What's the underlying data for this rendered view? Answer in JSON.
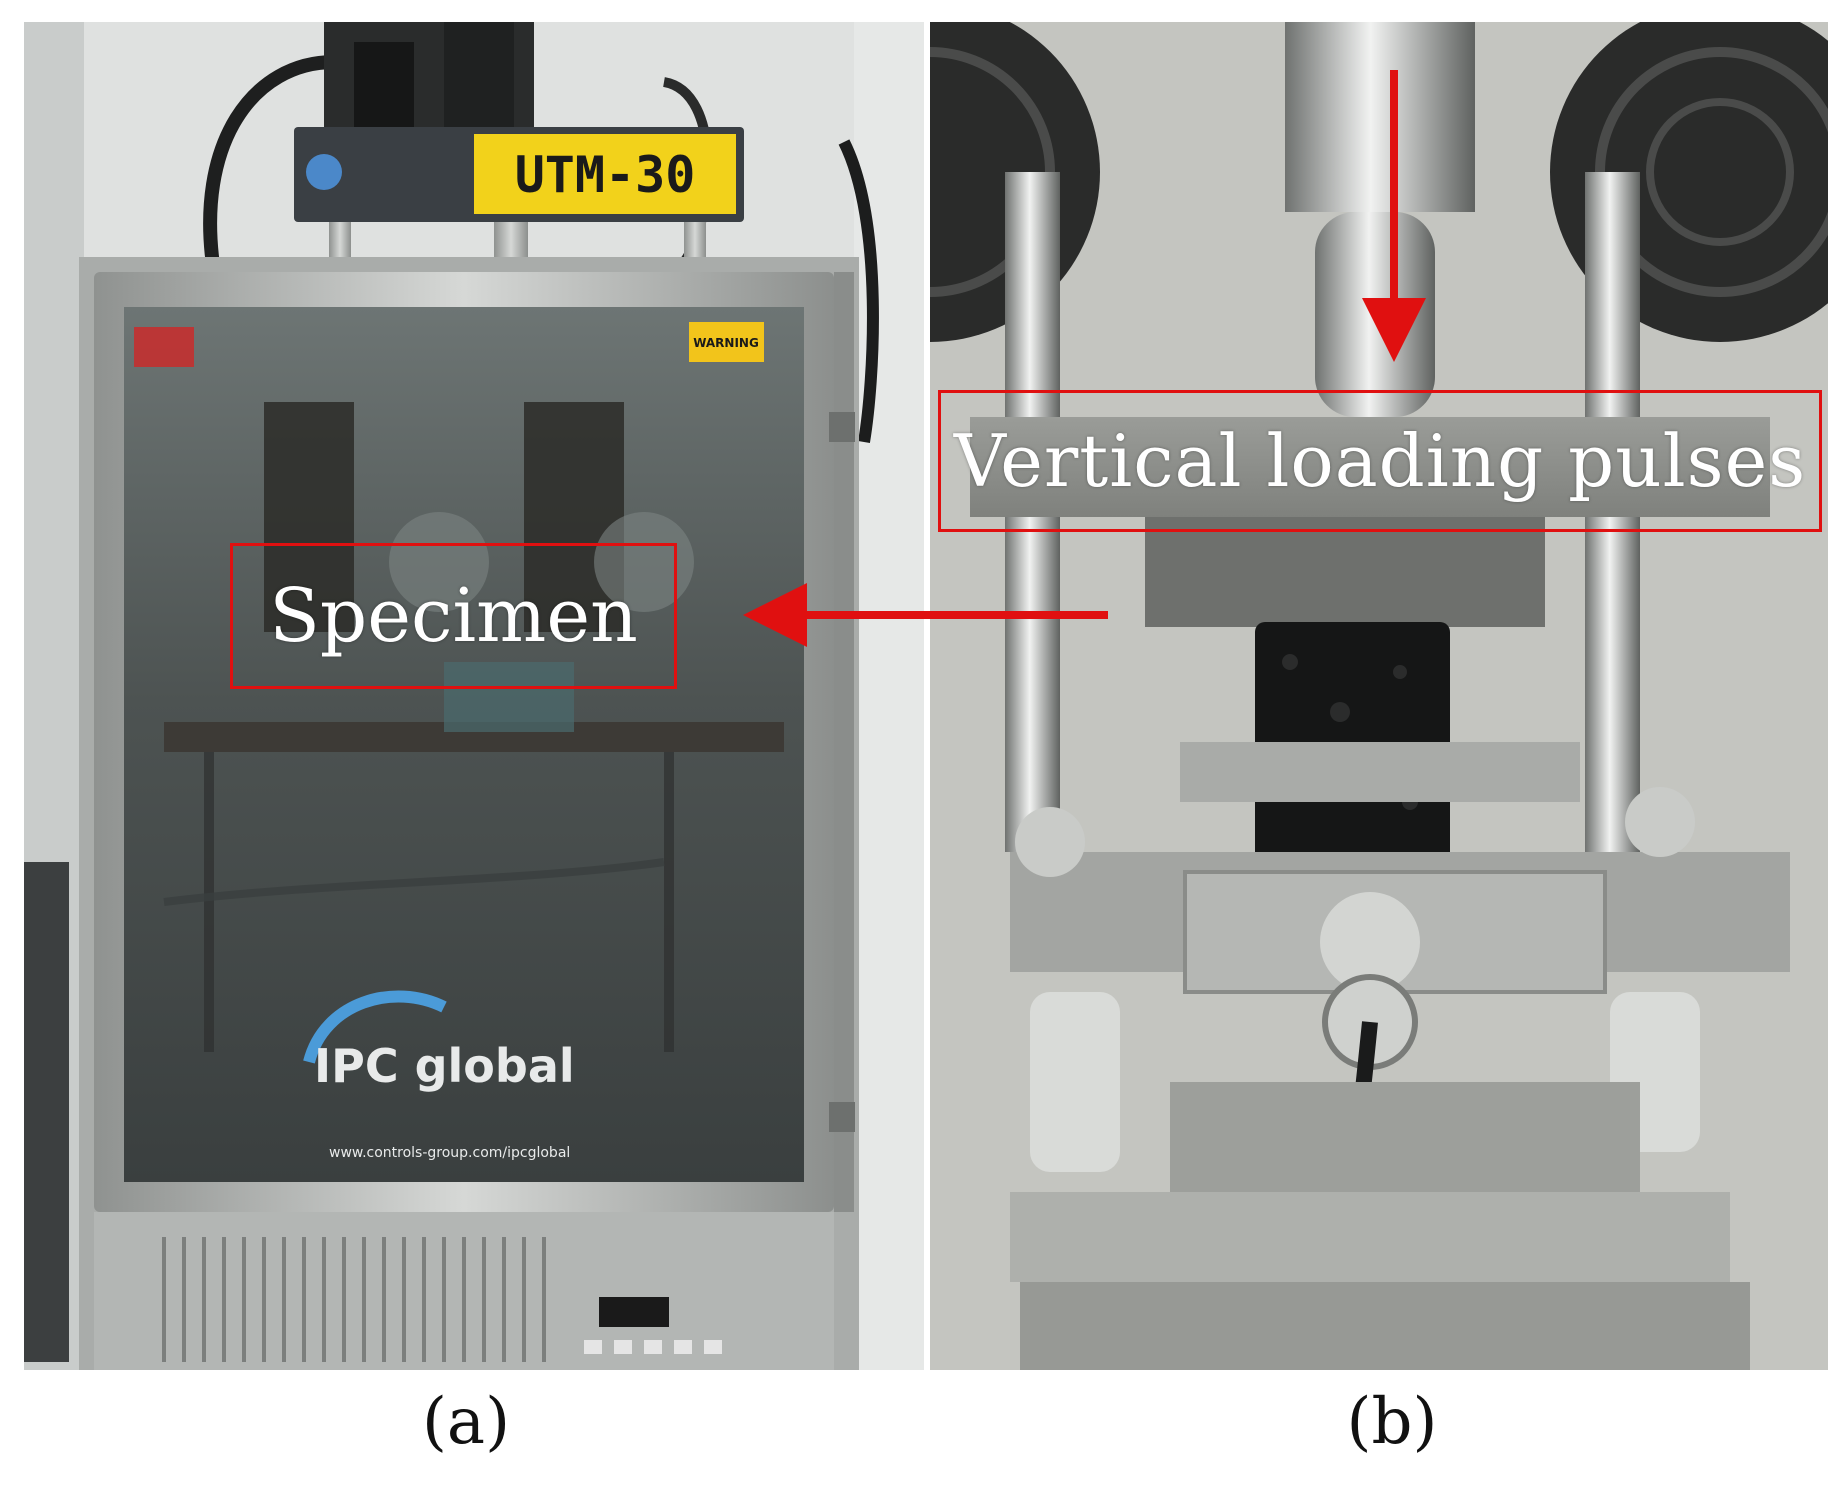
{
  "panels": [
    {
      "id": "a",
      "caption": "(a)",
      "device_brand_label": "UTM-30",
      "logo_text": "IPC global",
      "warning_sticker": "WARNING",
      "footer_url": "www.controls-group.com/ipcglobal",
      "callout": "Specimen"
    },
    {
      "id": "b",
      "caption": "(b)",
      "callout": "Vertical loading pulses"
    }
  ],
  "colors": {
    "annotation_red": "#e01010",
    "label_yellow": "#f2d21b",
    "steel": "#b8bbb9"
  }
}
